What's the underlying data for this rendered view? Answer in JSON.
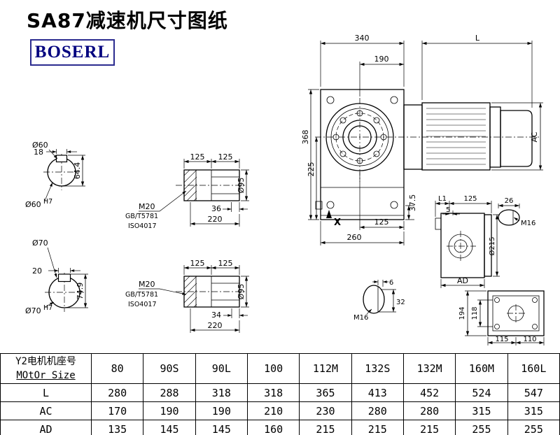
{
  "page": {
    "title": "SA87减速机尺寸图纸",
    "brand": "BOSERL"
  },
  "labels": {
    "dim_340": "340",
    "dim_L": "L",
    "dim_190": "190",
    "dim_368": "368",
    "dim_225": "225",
    "dim_37_5": "37.5",
    "dim_125_bottom": "125",
    "dim_260": "260",
    "x_mark": "X",
    "dim_AC": "AC",
    "shaft60": {
      "dia": "Ø60",
      "key": "18",
      "height": "64.4",
      "fit": "Ø60",
      "fit_tol": "H7"
    },
    "shaft70": {
      "dia": "Ø70",
      "key": "20",
      "height": "74.9",
      "fit": "Ø70",
      "fit_tol": "H7"
    },
    "hollow1": {
      "dim_125a": "125",
      "dim_125b": "125",
      "thread": "M20",
      "std1": "GB/T5781",
      "std2": "ISO4017",
      "dim_inner": "36",
      "dim_len": "220",
      "dia": "Ø95"
    },
    "hollow2": {
      "dim_125a": "125",
      "dim_125b": "125",
      "thread": "M20",
      "std1": "GB/T5781",
      "std2": "ISO4017",
      "dim_inner": "34",
      "dim_len": "220",
      "dia": "Ø95"
    },
    "side": {
      "dim_L1": "L1",
      "dim_125": "125",
      "dim_5": "5",
      "dim_26": "26",
      "thread": "M16",
      "dia": "Ø215",
      "dim_AD": "AD"
    },
    "bush": {
      "dim_6": "6",
      "dim_32": "32",
      "thread": "M16"
    },
    "rear": {
      "dim_194": "194",
      "dim_118": "118",
      "dim_115": "115",
      "dim_110": "110"
    }
  },
  "table": {
    "header": {
      "title_cn": "Y2电机机座号",
      "title_en": "MOtOr Size",
      "cols": [
        "80",
        "90S",
        "90L",
        "100",
        "112M",
        "132S",
        "132M",
        "160M",
        "160L"
      ]
    },
    "rows": [
      {
        "label": "L",
        "values": [
          "280",
          "288",
          "318",
          "318",
          "365",
          "413",
          "452",
          "524",
          "547"
        ]
      },
      {
        "label": "AC",
        "values": [
          "170",
          "190",
          "190",
          "210",
          "230",
          "280",
          "280",
          "315",
          "315"
        ]
      },
      {
        "label": "AD",
        "values": [
          "135",
          "145",
          "145",
          "160",
          "215",
          "215",
          "215",
          "255",
          "255"
        ]
      }
    ]
  }
}
